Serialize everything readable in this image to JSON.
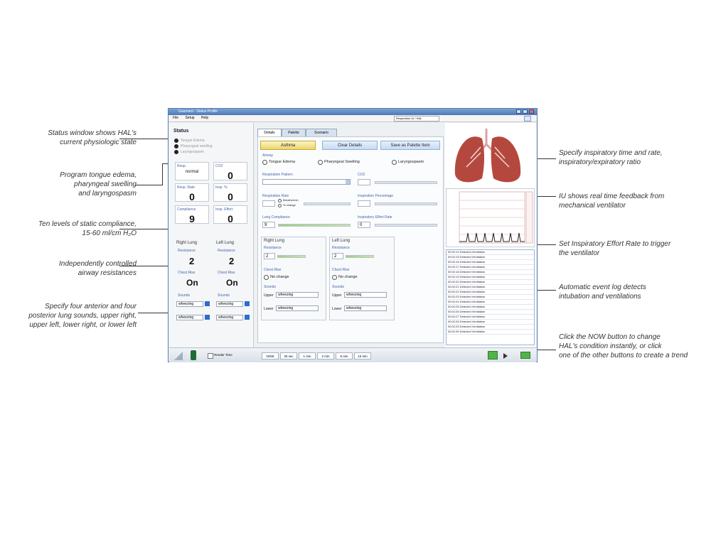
{
  "annotations": {
    "status_window": [
      "Status window shows HAL's",
      "current physiologic state"
    ],
    "tongue_edema": [
      "Program tongue edema,",
      "pharyngeal swelling",
      "and laryngospasm"
    ],
    "compliance": [
      "Ten levels of static compliance,",
      "15-60 ml/cm H₂O"
    ],
    "airway": [
      "Independently controlled",
      "airway resistances"
    ],
    "lung_sounds": [
      "Specify four anterior and four",
      "posterior lung sounds, upper right,",
      "upper left, lower right, or lower left"
    ],
    "insp_time": [
      "Specify inspiratory time and rate,",
      "inspiratory/expiratory ratio"
    ],
    "iu_feedback": [
      "IU shows real time feedback from",
      "mechanical ventilator"
    ],
    "effort_rate": [
      "Set Inspiratory Effort Rate to trigger",
      "the ventilator"
    ],
    "event_log": [
      "Automatic event log detects",
      "intubation and ventilations"
    ],
    "now_button": [
      "Click the NOW button to change",
      "HAL's condition instantly, or click",
      "one of the other buttons to create a trend"
    ]
  },
  "window": {
    "title": "Gaumard - Status Profile",
    "menu": [
      "File",
      "Setup",
      "Help"
    ],
    "profile_select": "Respiration UI / HAL"
  },
  "status": {
    "title": "Status",
    "conditions": [
      "Tongue Edema",
      "Pharyngeal swelling",
      "Laryngospasm"
    ],
    "boxes": [
      {
        "label": "Resp.",
        "value": "normal"
      },
      {
        "label": "CO2",
        "value": "0"
      },
      {
        "label": "Resp. Rate",
        "value": "0"
      },
      {
        "label": "Insp. %",
        "value": "0"
      },
      {
        "label": "Compliance",
        "value": "9"
      },
      {
        "label": "Insp. Effort",
        "value": "0"
      }
    ],
    "right_lung": "Right Lung",
    "left_lung": "Left Lung",
    "resistance": "Resistance",
    "right_resistance": "2",
    "left_resistance": "2",
    "chest_rise": "Chest Rise",
    "chest_rise_right": "On",
    "chest_rise_left": "On",
    "sounds": "Sounds",
    "sound_values": [
      "wheezing",
      "wheezing",
      "wheezing",
      "wheezing"
    ]
  },
  "tabs": [
    "Details",
    "Palette",
    "Scenario"
  ],
  "details": {
    "asthma": "Asthma",
    "clear_details": "Clear Details",
    "save_palette": "Save as Palette Item",
    "airway": "Airway",
    "airway_options": [
      "Tongue Edema",
      "Pharyngeal Swelling",
      "Laryngospasm"
    ],
    "resp_pattern": "Respiration Pattern",
    "co2": "CO2",
    "resp_rate": "Respiration Rate",
    "resp_rate_opts": [
      "Breathe/min",
      "% change"
    ],
    "insp_pct": "Inspiration Percentage",
    "lung_compliance": "Lung Compliance",
    "lung_compliance_value": "9",
    "insp_effort_rate": "Inspiratory Effort Rate",
    "insp_effort_value": "0",
    "right_lung": "Right Lung",
    "left_lung": "Left Lung",
    "resistance": "Resistance",
    "right_resistance": "2",
    "left_resistance": "2",
    "chest_rise": "Chest Rise",
    "no_change": "No change",
    "sounds": "Sounds",
    "upper": "Upper",
    "lower": "Lower",
    "wheezing": "wheezing"
  },
  "event_log": [
    "00:02:14  Detected Ventilation",
    "00:02:15  Detected Ventilation",
    "00:02:16  Detected Ventilation",
    "00:02:17  Detected Ventilation",
    "00:02:18  Detected Ventilation",
    "00:02:19  Detected Ventilation",
    "00:02:20  Detected Ventilation",
    "00:02:21  Detected Ventilation",
    "00:02:22  Detected Ventilation",
    "00:02:23  Detected Ventilation",
    "00:02:24  Detected Ventilation",
    "00:02:25  Detected Ventilation",
    "00:02:26  Detected Ventilation",
    "00:02:27  Detected Ventilation",
    "00:02:28  Detected Ventilation",
    "00:02:29  Detected Ventilation",
    "00:02:30  Detected Ventilation"
  ],
  "bottom": {
    "checkbox": "Render Time",
    "trend_buttons": [
      "NOW",
      "30 sec",
      "1 min",
      "2 min",
      "5 min",
      "10 min"
    ]
  },
  "colors": {
    "accent": "#4466aa",
    "lung": "#b5483e",
    "title_bar": "#4d78b5"
  }
}
